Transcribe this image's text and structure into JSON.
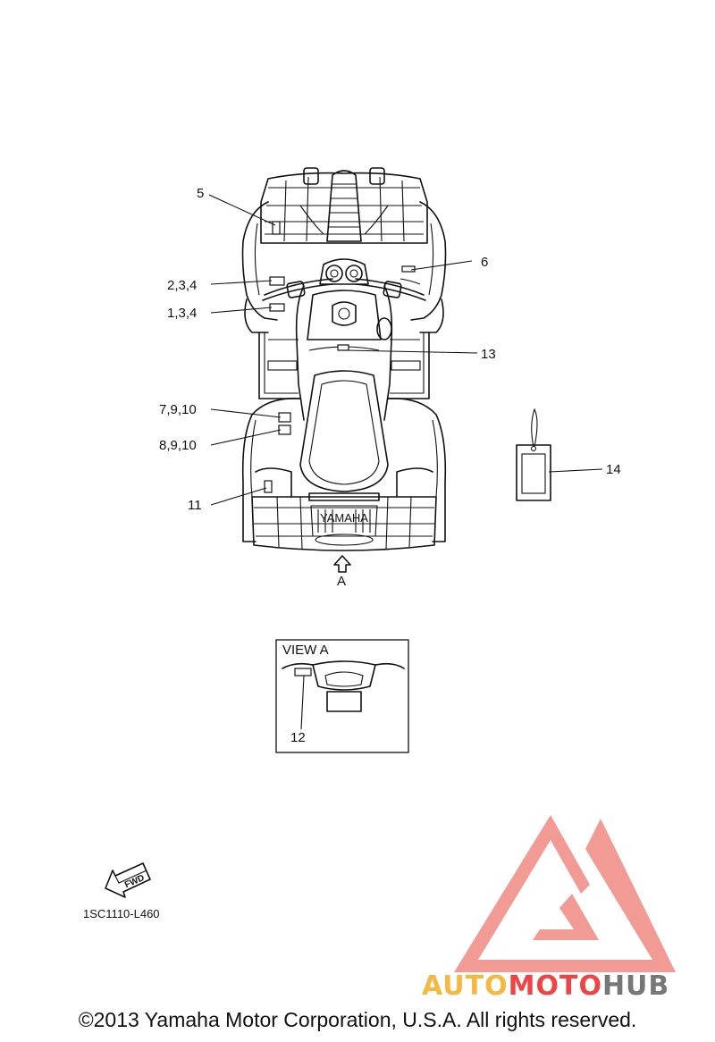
{
  "callouts": {
    "c5": "5",
    "c6": "6",
    "c234": "2,3,4",
    "c134": "1,3,4",
    "c13": "13",
    "c7910": "7,9,10",
    "c8910": "8,9,10",
    "c11": "11",
    "c14": "14",
    "cA": "A",
    "c12": "12"
  },
  "view_box_title": "VIEW A",
  "fwd_label": "FWD",
  "part_code": "1SC1110-L460",
  "machine_emblem": "YAMAHA",
  "watermark": {
    "part1": "AUTO",
    "part2": "MOTO",
    "part3": "HUB",
    "color_light": "#f5b942",
    "color_red": "#ee4444",
    "color_grey": "#777777",
    "logo_color": "#f08a82"
  },
  "copyright": "©2013 Yamaha Motor Corporation, U.S.A. All rights reserved."
}
